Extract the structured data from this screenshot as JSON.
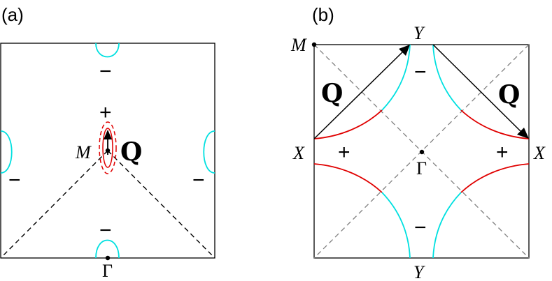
{
  "panels": [
    {
      "label": "(a)",
      "points": {
        "M": "M",
        "Gamma": "Γ"
      },
      "signs": [
        "−",
        "+",
        "−",
        "−",
        "−"
      ],
      "vector_label": "Q"
    },
    {
      "label": "(b)",
      "points": {
        "M": "M",
        "Gamma": "Γ",
        "X_left": "X",
        "X_right": "X",
        "Y_top": "Y",
        "Y_bottom": "Y"
      },
      "signs": [
        "−",
        "+",
        "+",
        "−"
      ],
      "vector_labels": [
        "Q",
        "Q"
      ]
    }
  ],
  "colors": {
    "fermi_surface": "#00e0e0",
    "hot_spot_segment": "#e00000",
    "nesting_vector": "#000000",
    "diagonal_guides": "#808080"
  }
}
